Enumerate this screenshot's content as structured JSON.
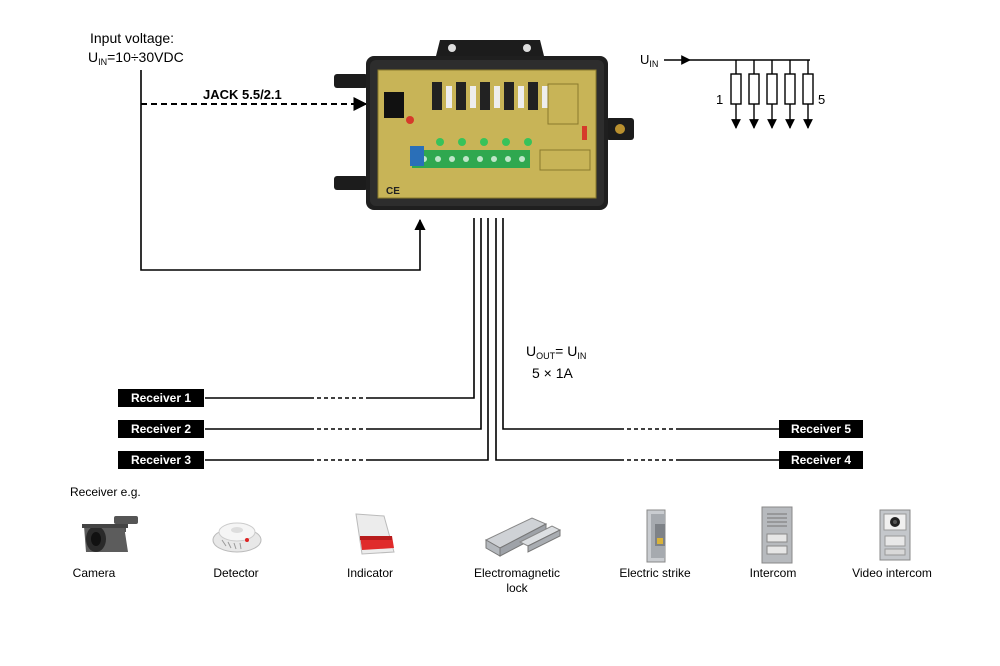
{
  "input": {
    "title": "Input voltage:",
    "voltage_symbol": "U",
    "voltage_sub": "IN",
    "voltage_value": "=10÷30VDC",
    "jack": "JACK 5.5/2.1"
  },
  "output": {
    "u": "U",
    "out_sub": "OUT",
    "eq": "= U",
    "in_sub": "IN",
    "current": "5 × 1A"
  },
  "fuse_schematic": {
    "u": "U",
    "in_sub": "IN",
    "first": "1",
    "last": "5"
  },
  "receivers": [
    {
      "label": "Receiver 1"
    },
    {
      "label": "Receiver 2"
    },
    {
      "label": "Receiver 3"
    },
    {
      "label": "Receiver 4"
    },
    {
      "label": "Receiver 5"
    }
  ],
  "examples": {
    "heading": "Receiver e.g.",
    "items": [
      {
        "label": "Camera",
        "icon": "camera-icon"
      },
      {
        "label": "Detector",
        "icon": "detector-icon"
      },
      {
        "label": "Indicator",
        "icon": "indicator-icon"
      },
      {
        "label": "Electromagnetic",
        "label2": "lock",
        "icon": "electromagnetic-lock-icon"
      },
      {
        "label": "Electric strike",
        "icon": "electric-strike-icon"
      },
      {
        "label": "Intercom",
        "icon": "intercom-icon"
      },
      {
        "label": "Video intercom",
        "icon": "video-intercom-icon"
      }
    ]
  },
  "colors": {
    "line": "#000000",
    "box": "#222222",
    "pcb": "#c8b457",
    "terminal": "#2fa84f",
    "siren": "#e02b2b"
  }
}
